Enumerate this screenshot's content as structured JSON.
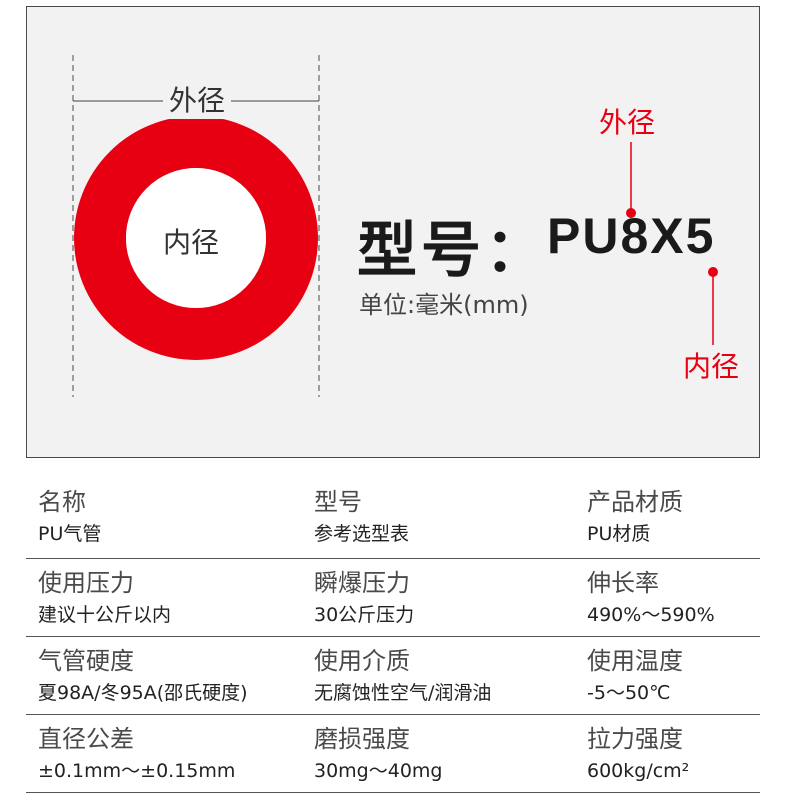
{
  "diagram": {
    "outer_diameter_label": "外径",
    "inner_diameter_label": "内径",
    "outer_callout_label": "外径",
    "inner_callout_label": "内径",
    "model_label": "型号：",
    "model_value": "PU8X5",
    "unit_text": "单位:毫米(mm)",
    "colors": {
      "ring": "#e60012",
      "callout": "#e60012",
      "background": "#f2f2f2"
    }
  },
  "specs": [
    [
      {
        "title": "名称",
        "value": "PU气管"
      },
      {
        "title": "型号",
        "value": "参考选型表"
      },
      {
        "title": "产品材质",
        "value": "PU材质"
      }
    ],
    [
      {
        "title": "使用压力",
        "value": "建议十公斤以内"
      },
      {
        "title": "瞬爆压力",
        "value": "30公斤压力"
      },
      {
        "title": "伸长率",
        "value": "490%～590%"
      }
    ],
    [
      {
        "title": "气管硬度",
        "value": "夏98A/冬95A(邵氏硬度)"
      },
      {
        "title": "使用介质",
        "value": "无腐蚀性空气/润滑油"
      },
      {
        "title": "使用温度",
        "value": "-5～50℃"
      }
    ],
    [
      {
        "title": "直径公差",
        "value": "±0.1mm～±0.15mm"
      },
      {
        "title": "磨损强度",
        "value": "30mg～40mg"
      },
      {
        "title": "拉力强度",
        "value": "600kg/cm²"
      }
    ]
  ]
}
